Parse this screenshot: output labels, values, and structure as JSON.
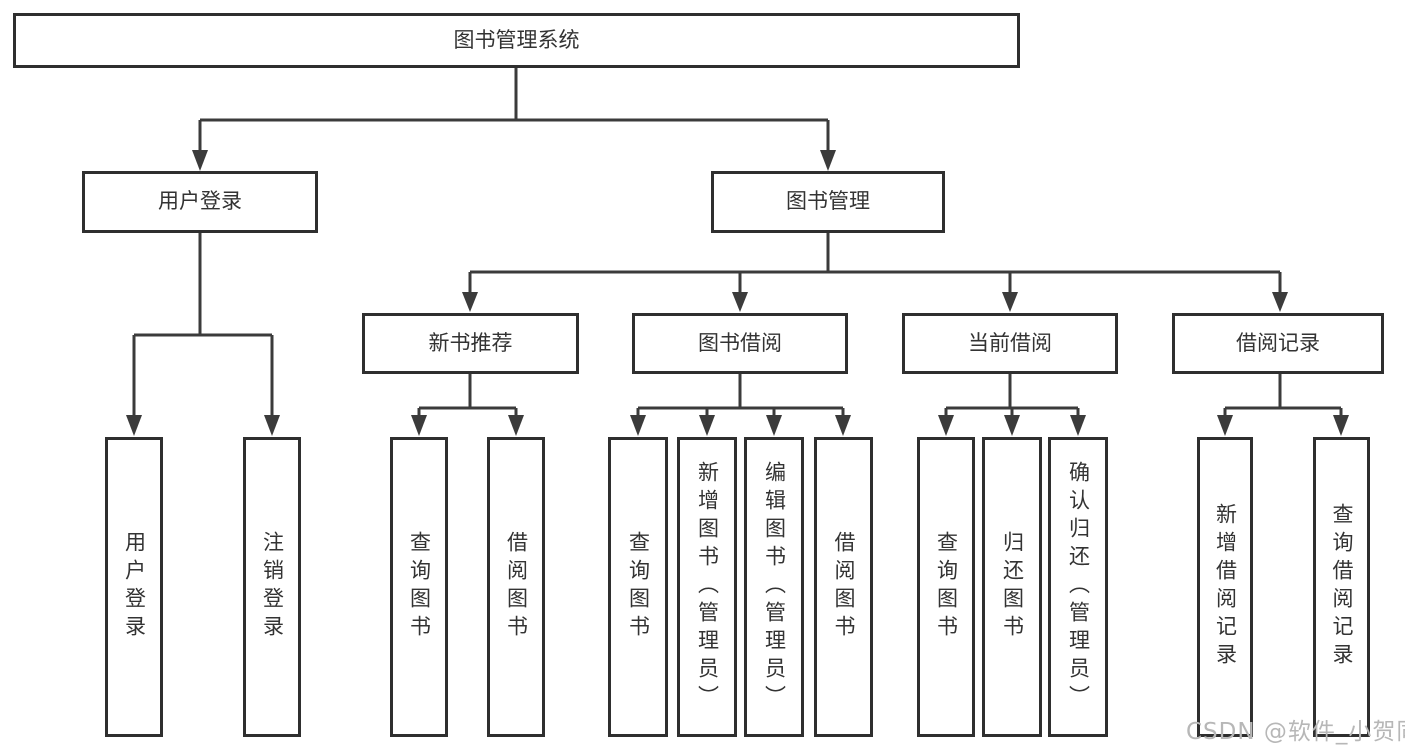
{
  "root": {
    "label": "图书管理系统"
  },
  "level2": [
    {
      "label": "用户登录",
      "leaves": [
        {
          "label": "用户登录"
        },
        {
          "label": "注销登录"
        }
      ]
    },
    {
      "label": "图书管理",
      "children": [
        {
          "label": "新书推荐",
          "leaves": [
            {
              "label": "查询图书"
            },
            {
              "label": "借阅图书"
            }
          ]
        },
        {
          "label": "图书借阅",
          "leaves": [
            {
              "label": "查询图书"
            },
            {
              "label": "新增图书（管理员）"
            },
            {
              "label": "编辑图书（管理员）"
            },
            {
              "label": "借阅图书"
            }
          ]
        },
        {
          "label": "当前借阅",
          "leaves": [
            {
              "label": "查询图书"
            },
            {
              "label": "归还图书"
            },
            {
              "label": "确认归还（管理员）"
            }
          ]
        },
        {
          "label": "借阅记录",
          "leaves": [
            {
              "label": "新增借阅记录"
            },
            {
              "label": "查询借阅记录"
            }
          ]
        }
      ]
    }
  ],
  "watermark": {
    "text": "CSDN @软件_小贺同学"
  },
  "colors": {
    "line": "#3b3b3b",
    "border": "#2f2f2f",
    "text": "#333333",
    "watermark": "#b7b7b7",
    "background": "#ffffff"
  }
}
